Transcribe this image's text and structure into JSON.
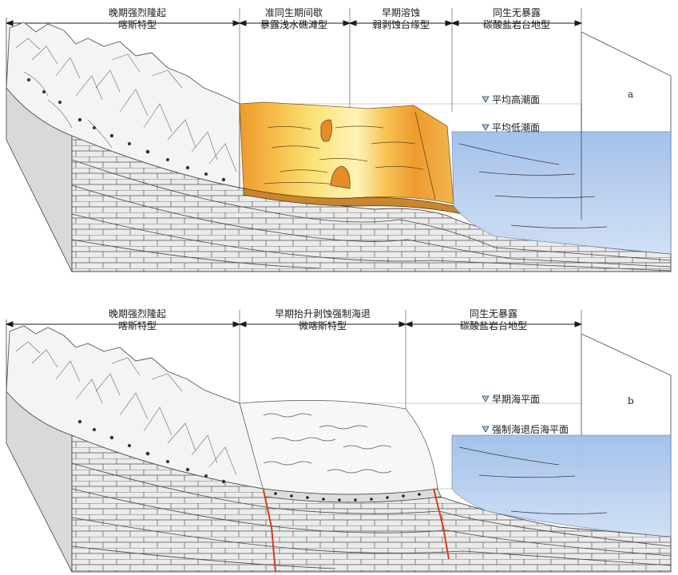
{
  "panel_a": {
    "zones": [
      {
        "line1": "晚期强烈隆起",
        "line2": "喀斯特型"
      },
      {
        "line1": "准同生期间歇",
        "line2": "暴露浅水礁滩型"
      },
      {
        "line1": "早期溶蚀",
        "line2": "弱剥蚀台缘型"
      },
      {
        "line1": "同生无暴露",
        "line2": "碳酸盐岩台地型"
      }
    ],
    "levels": [
      "平均高潮面",
      "平均低潮面"
    ],
    "panel_label": "a"
  },
  "panel_b": {
    "zones": [
      {
        "line1": "晚期强烈隆起",
        "line2": "喀斯特型"
      },
      {
        "line1": "早期抬升剥蚀强制海退",
        "line2": "微喀斯特型"
      },
      {
        "line1": "同生无暴露",
        "line2": "碳酸盐岩台地型"
      }
    ],
    "levels": [
      "早期海平面",
      "强制海退后海平面"
    ],
    "panel_label": "b"
  },
  "colors": {
    "water": "#a9c6ec",
    "water_edge": "#d6e4f6",
    "reef_orange": "#ee9a2e",
    "reef_yellow": "#fbe37a",
    "reef_pale": "#fdf3b8",
    "fault_red": "#d93a24",
    "rock_face": "#ebebeb",
    "line": "#3a3a3a"
  }
}
